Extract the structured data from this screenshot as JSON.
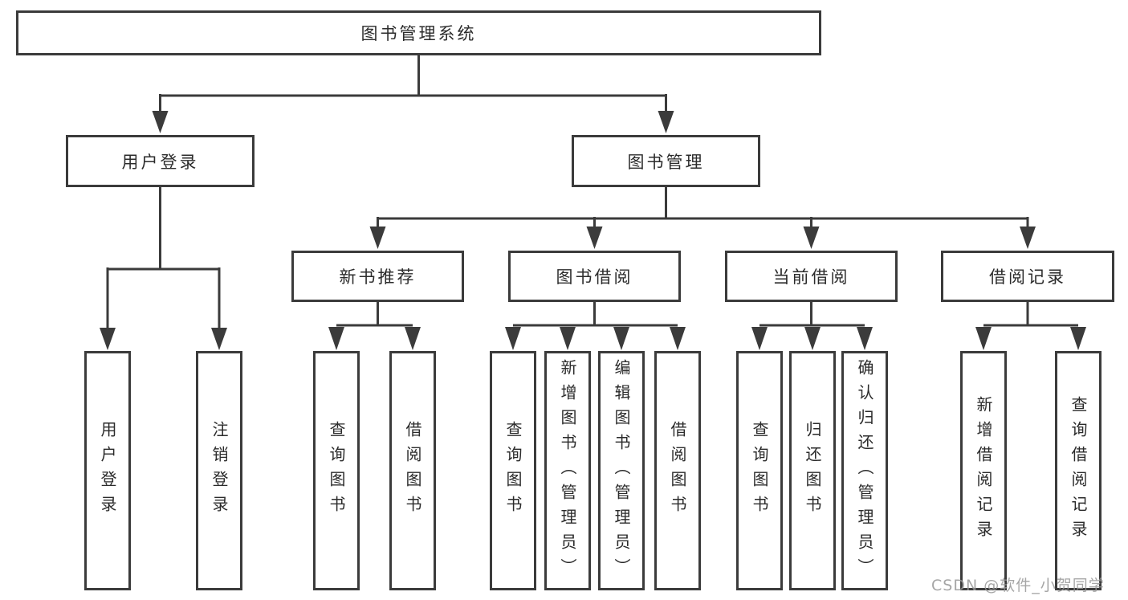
{
  "diagram": {
    "root": "图书管理系统",
    "branches": {
      "user_login": {
        "label": "用户登录",
        "children": [
          "用户登录",
          "注销登录"
        ]
      },
      "book_mgmt": {
        "label": "图书管理",
        "sections": [
          {
            "label": "新书推荐",
            "children": [
              "查询图书",
              "借阅图书"
            ]
          },
          {
            "label": "图书借阅",
            "children": [
              "查询图书",
              "新增图书（管理员）",
              "编辑图书（管理员）",
              "借阅图书"
            ]
          },
          {
            "label": "当前借阅",
            "children": [
              "查询图书",
              "归还图书",
              "确认归还（管理员）"
            ]
          },
          {
            "label": "借阅记录",
            "children": [
              "新增借阅记录",
              "查询借阅记录"
            ]
          }
        ]
      }
    }
  },
  "watermark": {
    "text": "CSDN @软件_小贺同学"
  },
  "colors": {
    "line": "#3b3b3b",
    "text": "#2b2b2b",
    "watermark": "#969696",
    "background": "#ffffff"
  }
}
